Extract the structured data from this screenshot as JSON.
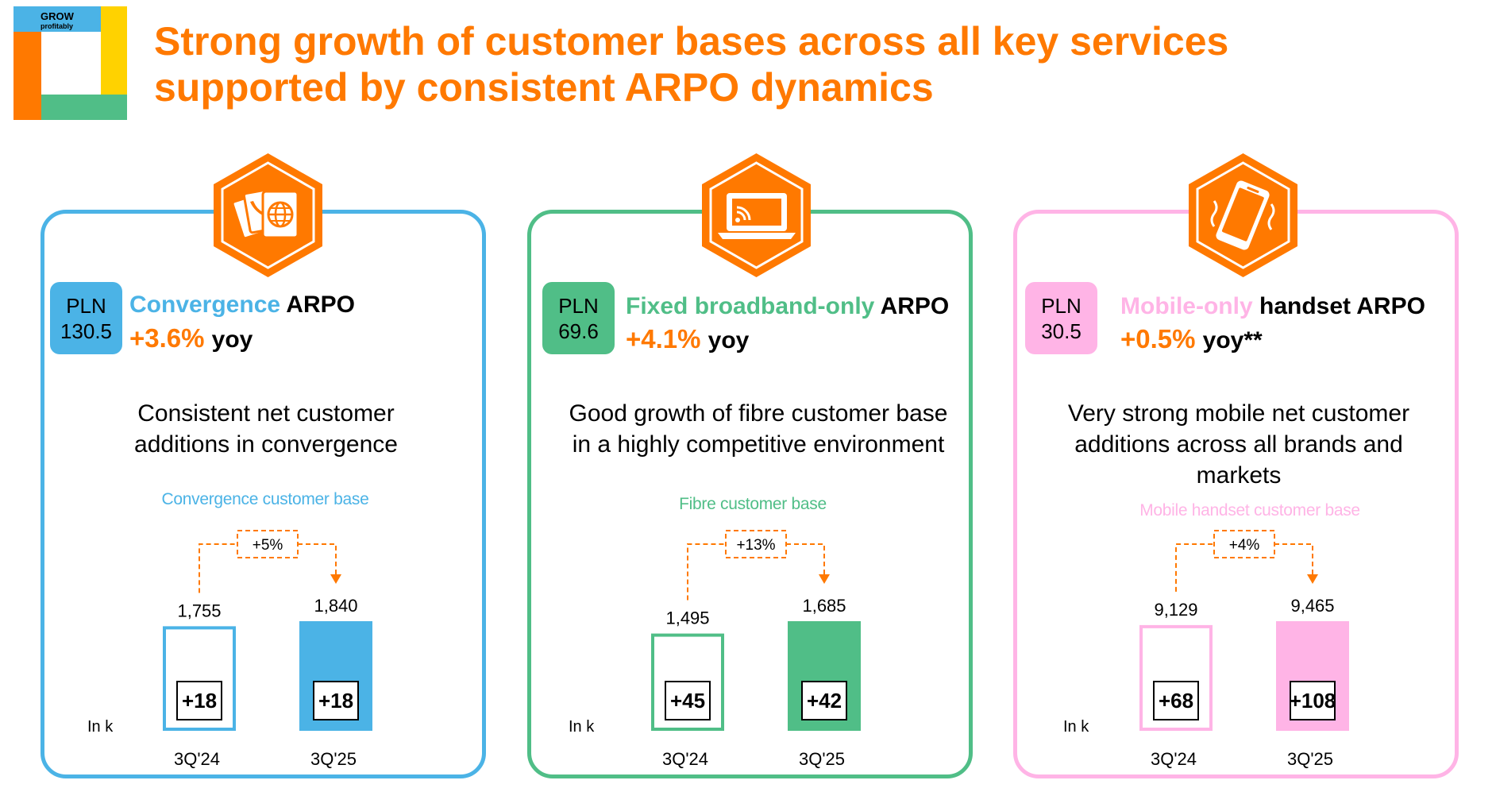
{
  "logo": {
    "line1": "GROW",
    "line2": "profitably"
  },
  "title": {
    "line1": "Strong growth of customer bases across all key services",
    "line2": "supported by consistent ARPO dynamics"
  },
  "colors": {
    "orange": "#ff7900",
    "convergence": "#4bb3e6",
    "fibre": "#50be87",
    "mobile": "#ffb4e6",
    "logo_blue": "#4bb3e6",
    "logo_yellow": "#ffd200",
    "logo_green": "#50be87"
  },
  "panels": [
    {
      "icon": "phone-globe-icon",
      "pln": {
        "currency": "PLN",
        "value": "130.5"
      },
      "arpo": {
        "colored": "Convergence",
        "rest": " ARPO",
        "pct": "+3.6%",
        "yoy": "yoy"
      },
      "desc": [
        "Consistent net customer",
        "additions in convergence"
      ],
      "unit": "In k"
    },
    {
      "icon": "laptop-icon",
      "pln": {
        "currency": "PLN",
        "value": "69.6"
      },
      "arpo": {
        "colored": "Fixed broadband-only",
        "rest": " ARPO",
        "pct": "+4.1%",
        "yoy": "yoy"
      },
      "desc": [
        "Good growth of fibre customer base",
        "in a highly competitive environment"
      ],
      "unit": "In k"
    },
    {
      "icon": "smartphone-icon",
      "pln": {
        "currency": "PLN",
        "value": "30.5"
      },
      "arpo": {
        "colored": "Mobile-only",
        "rest": " handset ARPO",
        "pct": "+0.5%",
        "yoy": "yoy**"
      },
      "desc": [
        "Very strong mobile net customer",
        "additions across all brands and",
        "markets"
      ],
      "unit": "In k"
    }
  ],
  "chart_data": [
    {
      "type": "bar",
      "title": "Convergence customer base",
      "categories": [
        "3Q'24",
        "3Q'25"
      ],
      "values": [
        1755,
        1840
      ],
      "value_labels": [
        "1,755",
        "1,840"
      ],
      "net_additions": [
        "+18",
        "+18"
      ],
      "growth_label": "+5%",
      "unit": "In k"
    },
    {
      "type": "bar",
      "title": "Fibre customer base",
      "categories": [
        "3Q'24",
        "3Q'25"
      ],
      "values": [
        1495,
        1685
      ],
      "value_labels": [
        "1,495",
        "1,685"
      ],
      "net_additions": [
        "+45",
        "+42"
      ],
      "growth_label": "+13%",
      "unit": "In k"
    },
    {
      "type": "bar",
      "title": "Mobile handset customer base",
      "categories": [
        "3Q'24",
        "3Q'25"
      ],
      "values": [
        9129,
        9465
      ],
      "value_labels": [
        "9,129",
        "9,465"
      ],
      "net_additions": [
        "+68",
        "+108"
      ],
      "growth_label": "+4%",
      "unit": "In k"
    }
  ]
}
